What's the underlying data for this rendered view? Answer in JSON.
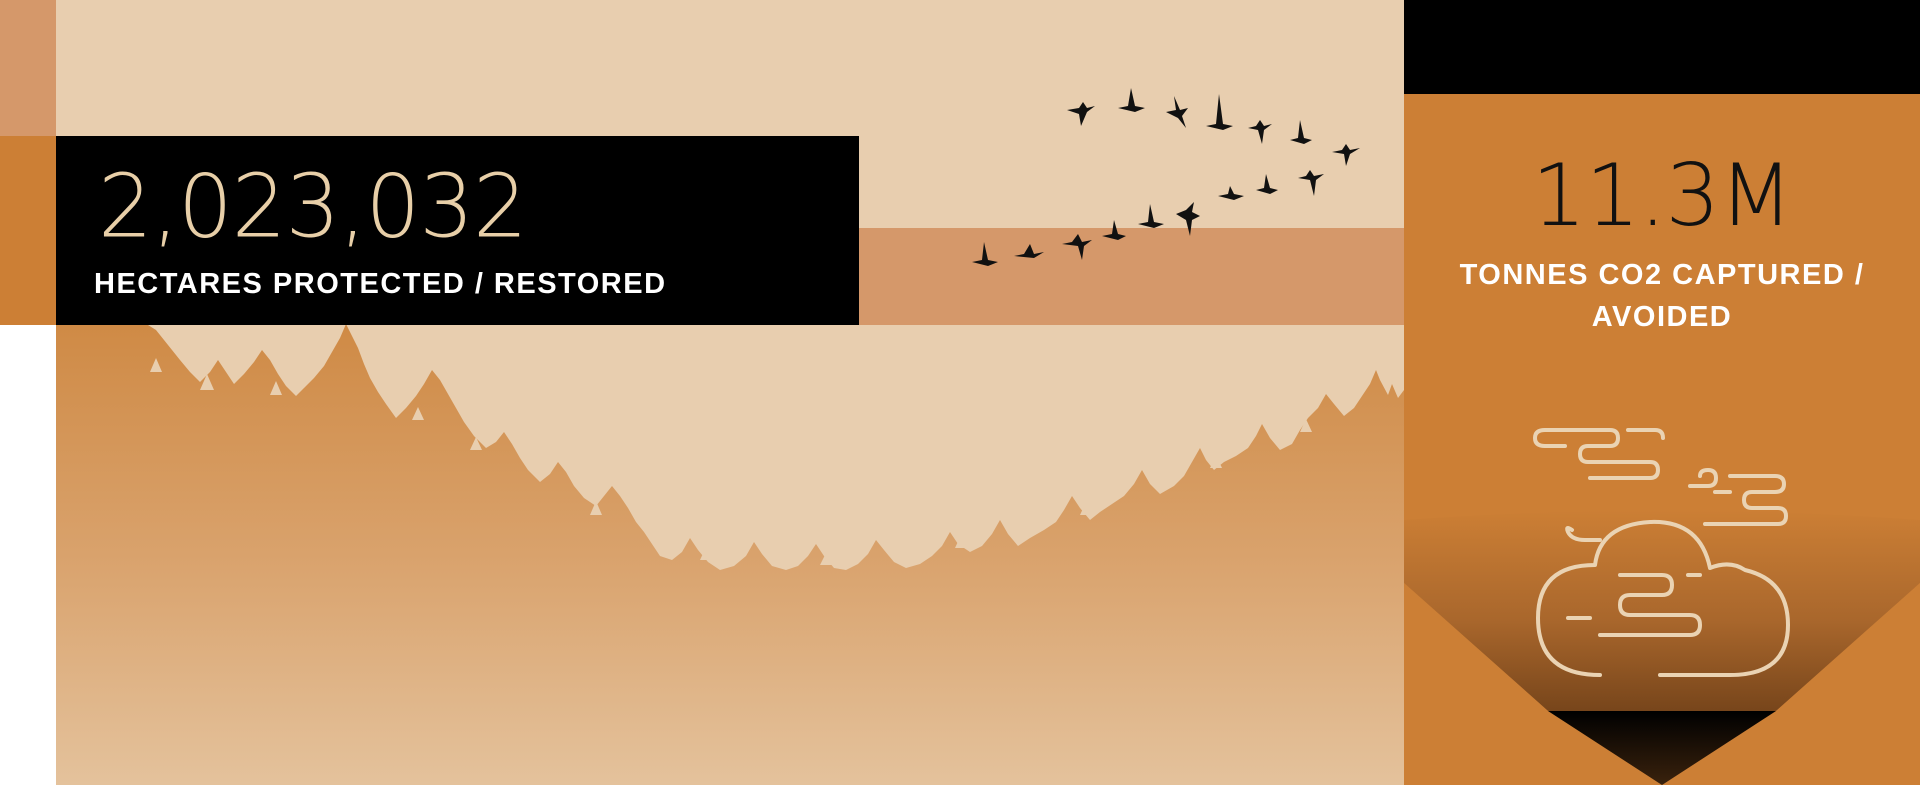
{
  "stats": {
    "hectares": {
      "value": "2,023,032",
      "label": "HECTARES PROTECTED / RESTORED"
    },
    "carbon": {
      "value": "11.3M",
      "label": "TONNES CO2 CAPTURED / AVOIDED"
    }
  },
  "colors": {
    "sky": "#e8ceaf",
    "orange": "#cc7f35",
    "salmon": "#d5986a",
    "forest_top": "#cf8a45",
    "forest_bottom": "#e4c29c",
    "black": "#000000",
    "number_cream": "#e8cfa8",
    "cloud_line": "#ead3b3"
  },
  "icons": {
    "birds": "flock-of-geese-icon",
    "clouds": "clouds-icon",
    "trees": "forest-silhouette"
  }
}
